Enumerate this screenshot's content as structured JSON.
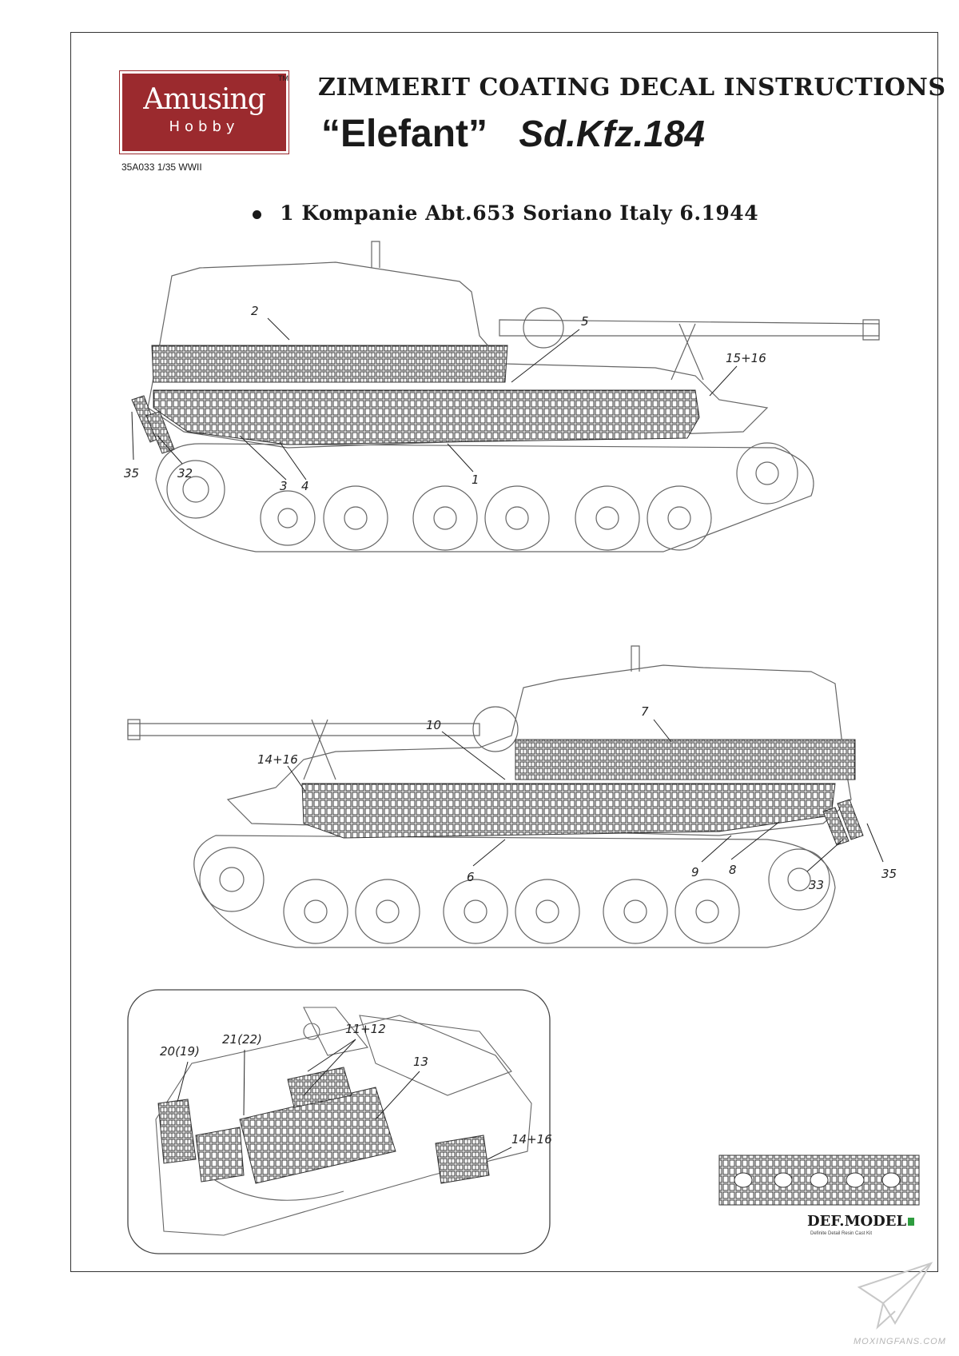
{
  "brand": {
    "logo_main": "Amusing",
    "logo_sub": "Hobby",
    "trademark": "TM"
  },
  "kit_code": "35A033 1/35 WWII",
  "header": {
    "title": "ZIMMERIT COATING DECAL INSTRUCTIONS",
    "model": "“Elefant”",
    "designation": "Sd.Kfz.184"
  },
  "marking": "1 Kompanie Abt.653 Soriano Italy 6.1944",
  "callouts": {
    "left_view": [
      "2",
      "5",
      "15+16",
      "35",
      "32",
      "3",
      "4",
      "1"
    ],
    "right_view": [
      "10",
      "7",
      "14+16",
      "6",
      "9",
      "8",
      "33",
      "35"
    ],
    "detail_view": [
      "20(19)",
      "21(22)",
      "11+12",
      "13",
      "14+16"
    ]
  },
  "partner": {
    "name": "DEF.MODEL",
    "tagline": "Definite Detail Resin Cast Kit"
  },
  "watermark": "MOXINGFANS.COM",
  "colors": {
    "logo_red": "#9b2a2e",
    "line": "#555555",
    "zimmerit": "#333333",
    "accent_green": "#2e9c3f"
  }
}
